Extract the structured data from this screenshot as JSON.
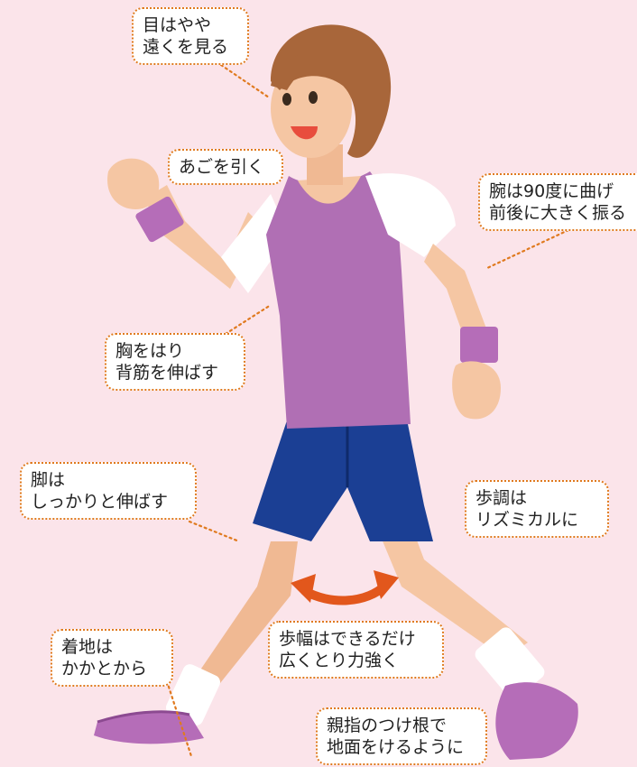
{
  "colors": {
    "background": "#fbe4ea",
    "callout_border": "#e07a1f",
    "tank_top": "#b06fb4",
    "shorts": "#1b3f94",
    "skin": "#f5c6a3",
    "shoes": "#b56db8",
    "arrow": "#e2571c"
  },
  "callouts": {
    "eyes": [
      "目はやや",
      "遠くを見る"
    ],
    "chin": [
      "あごを引く"
    ],
    "arms": [
      "腕は90度に曲げ",
      "前後に大きく振る"
    ],
    "chest": [
      "胸をはり",
      "背筋を伸ばす"
    ],
    "legs": [
      "脚は",
      "しっかりと伸ばす"
    ],
    "pace": [
      "歩調は",
      "リズミカルに"
    ],
    "stride": [
      "歩幅はできるだけ",
      "広くとり力強く"
    ],
    "landing": [
      "着地は",
      "かかとから"
    ],
    "toe": [
      "親指のつけ根で",
      "地面をけるように"
    ]
  },
  "icons": {
    "stride_arrow": "double-headed-curved-arrow-icon"
  }
}
